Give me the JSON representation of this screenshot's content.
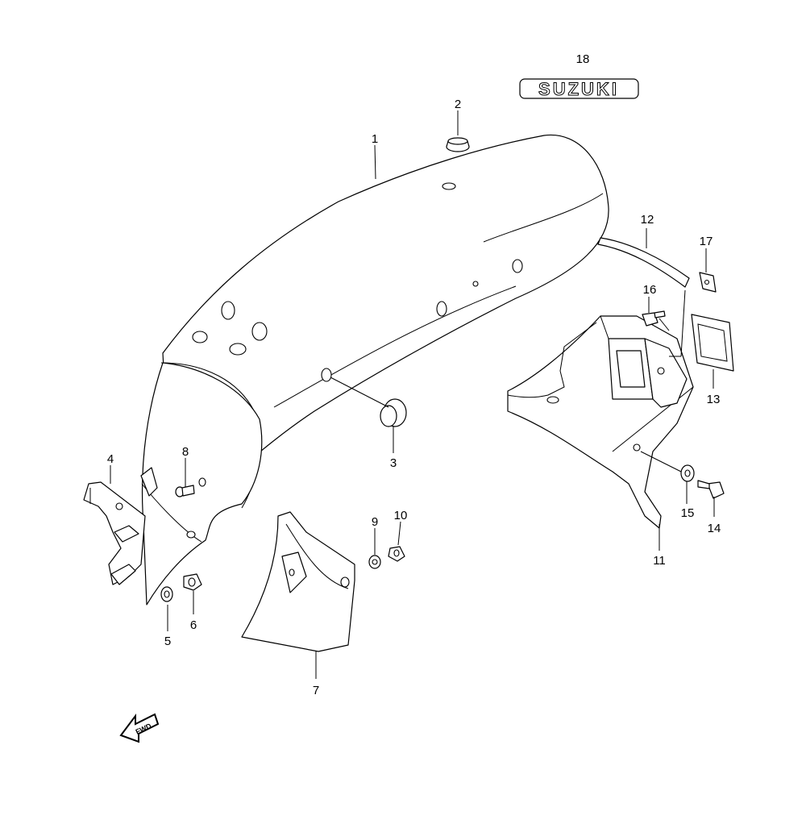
{
  "callouts": {
    "c1": "1",
    "c2": "2",
    "c3": "3",
    "c4": "4",
    "c5": "5",
    "c6": "6",
    "c7": "7",
    "c8": "8",
    "c9": "9",
    "c10": "10",
    "c11": "11",
    "c12": "12",
    "c13": "13",
    "c14": "14",
    "c15": "15",
    "c16": "16",
    "c17": "17",
    "c18": "18"
  },
  "emblem_text": "SUZUKI",
  "fwd_label": "FWD",
  "colors": {
    "line": "#000000",
    "background": "#ffffff"
  }
}
